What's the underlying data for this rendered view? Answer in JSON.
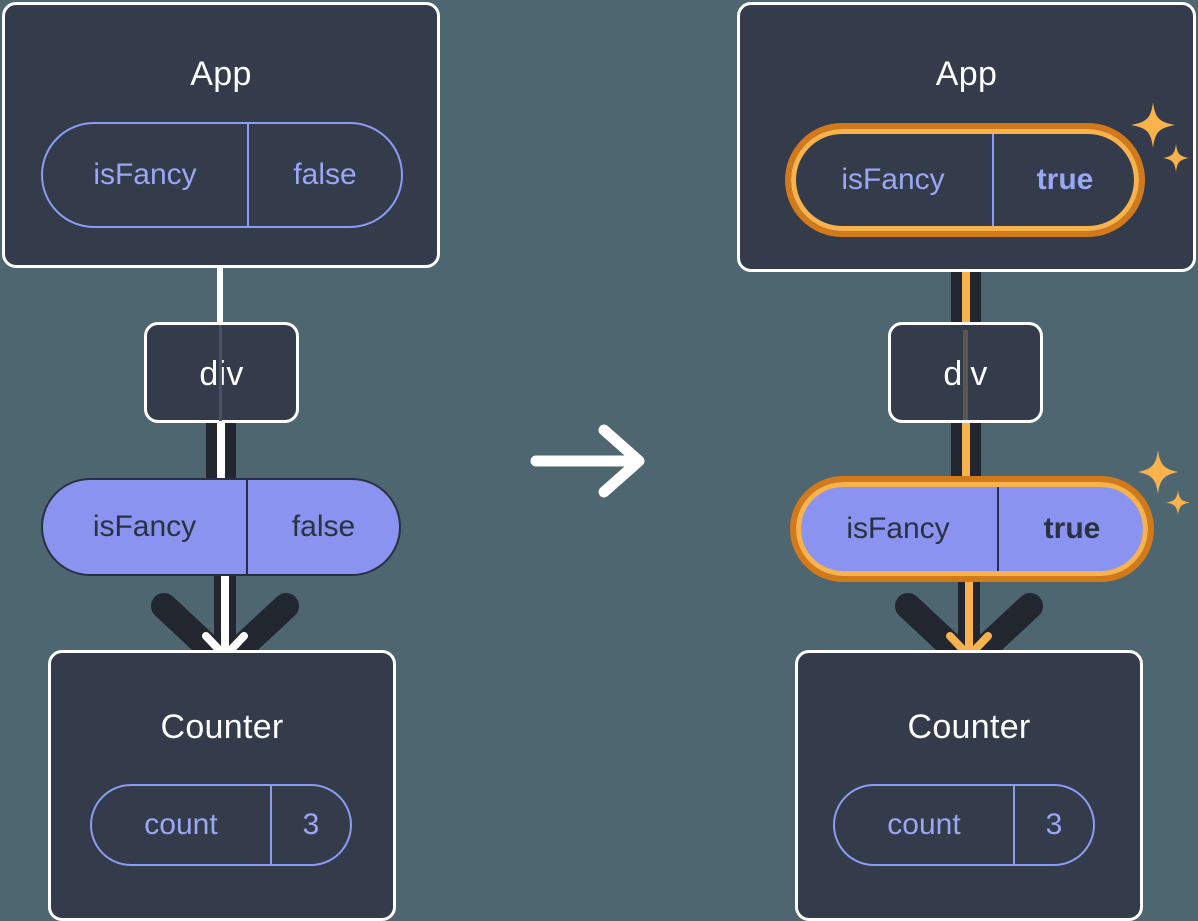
{
  "diagram": {
    "title": "React state update propagation",
    "type": "component-tree-comparison",
    "background_color": "#4d6670",
    "node_fill": "#343b4a",
    "node_border": "#ffffff",
    "pill_outline_color": "#8b9cf4",
    "pill_fill_color": "#8b93f0",
    "highlight_outer": "#d2791b",
    "highlight_inner": "#f9b34c",
    "connector_casing": "#22262f",
    "transition_arrow_label": "arrow-right"
  },
  "before": {
    "app": {
      "title": "App",
      "state": {
        "key": "isFancy",
        "value": "false",
        "highlighted": false
      }
    },
    "div": {
      "title": "div"
    },
    "prop": {
      "key": "isFancy",
      "value": "false",
      "highlighted": false,
      "bold_value": false
    },
    "counter": {
      "title": "Counter",
      "state": {
        "key": "count",
        "value": "3",
        "highlighted": false
      }
    }
  },
  "after": {
    "app": {
      "title": "App",
      "state": {
        "key": "isFancy",
        "value": "true",
        "highlighted": true
      }
    },
    "div": {
      "title": "div"
    },
    "prop": {
      "key": "isFancy",
      "value": "true",
      "highlighted": true,
      "bold_value": true
    },
    "counter": {
      "title": "Counter",
      "state": {
        "key": "count",
        "value": "3",
        "highlighted": false
      }
    },
    "sparkle_icons": [
      "sparkle-large",
      "sparkle-small"
    ]
  }
}
